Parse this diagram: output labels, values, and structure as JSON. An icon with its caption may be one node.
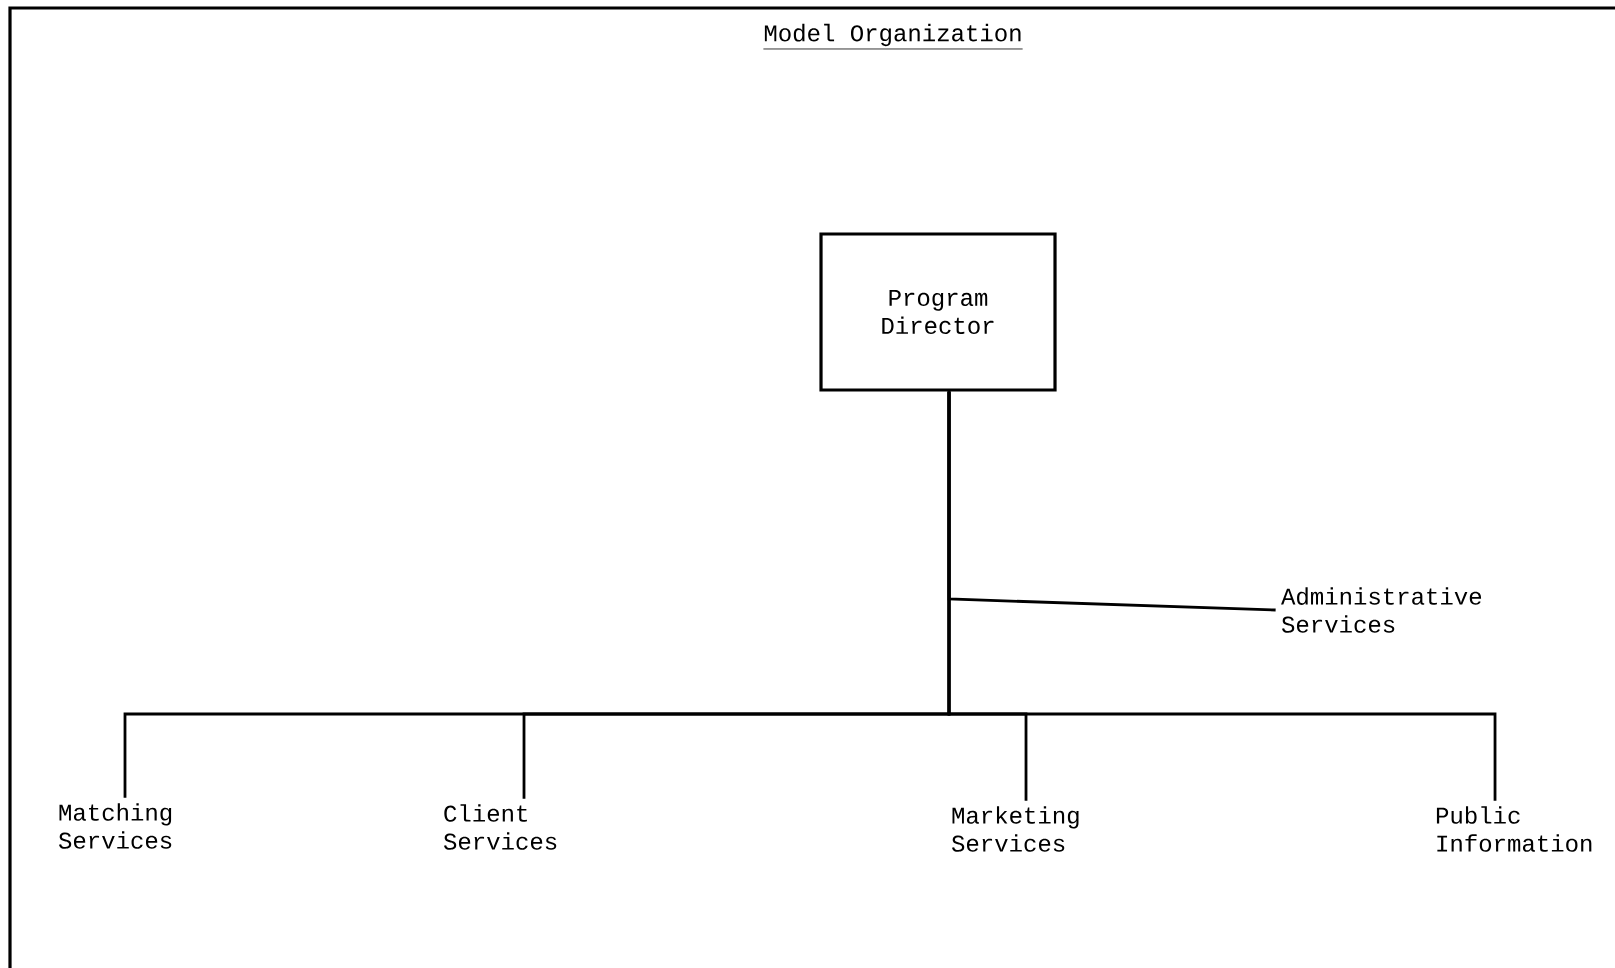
{
  "diagram": {
    "title": "Model Organization",
    "nodes": [
      {
        "text": [
          "Program Director"
        ]
      },
      {
        "text": [
          "Administrative Services"
        ]
      },
      {
        "text": [
          "Matching Services"
        ]
      },
      {
        "text": [
          "Client Services"
        ]
      },
      {
        "text": [
          "Marketing Services"
        ]
      },
      {
        "text": [
          "Public Information"
        ]
      }
    ],
    "edges": [
      {
        "from": 0,
        "to": 1,
        "arrow": "none"
      },
      {
        "from": 0,
        "to": 2,
        "arrow": "none"
      },
      {
        "from": 0,
        "to": 3,
        "arrow": "none"
      },
      {
        "from": 0,
        "to": 4,
        "arrow": "none"
      },
      {
        "from": 0,
        "to": 5,
        "arrow": "none"
      }
    ]
  }
}
